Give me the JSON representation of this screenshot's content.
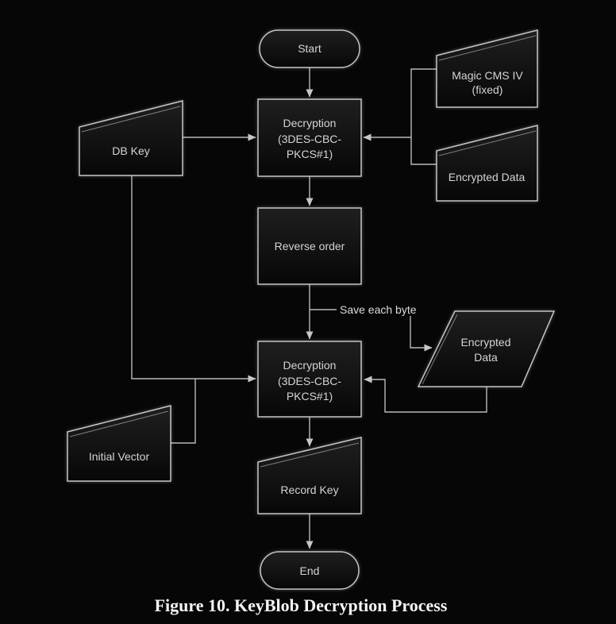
{
  "figure": {
    "caption": "Figure 10. KeyBlob Decryption Process"
  },
  "colors": {
    "background": "#060606",
    "node_fill_top": "#1f1f1f",
    "node_fill_bottom": "#070707",
    "node_stroke": "#c6c6c6",
    "edge_stroke": "#b9b9b9",
    "node_text": "#d4d4d4",
    "caption_text": "#f5f5f5"
  },
  "nodes": {
    "start": {
      "type": "terminator",
      "label": "Start"
    },
    "magic_cms_iv": {
      "type": "card",
      "lines": [
        "Magic CMS IV",
        "(fixed)"
      ]
    },
    "encrypted_data_top": {
      "type": "card",
      "label": "Encrypted Data"
    },
    "db_key": {
      "type": "card",
      "label": "DB Key"
    },
    "decryption_1": {
      "type": "process",
      "lines": [
        "Decryption",
        "(3DES-CBC-",
        "PKCS#1)"
      ]
    },
    "reverse_order": {
      "type": "process",
      "label": "Reverse order"
    },
    "encrypted_data_mid": {
      "type": "parallelogram",
      "lines": [
        "Encrypted",
        "Data"
      ]
    },
    "decryption_2": {
      "type": "process",
      "lines": [
        "Decryption",
        "(3DES-CBC-",
        "PKCS#1)"
      ]
    },
    "initial_vector": {
      "type": "card",
      "label": "Initial Vector"
    },
    "record_key": {
      "type": "card",
      "label": "Record Key"
    },
    "end": {
      "type": "terminator",
      "label": "End"
    }
  },
  "edge_labels": {
    "save_each_byte": "Save each byte"
  }
}
